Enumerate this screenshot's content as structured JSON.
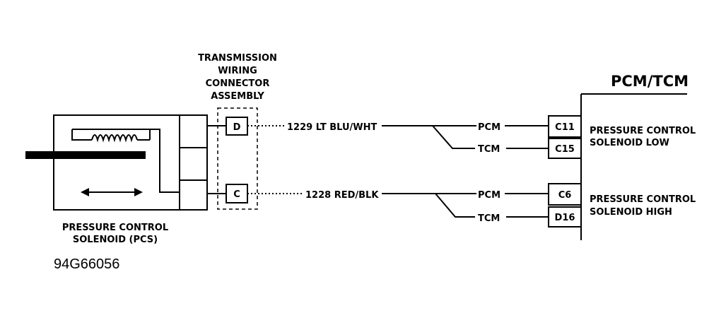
{
  "connector_assembly": {
    "title_lines": [
      "TRANSMISSION",
      "WIRING",
      "CONNECTOR",
      "ASSEMBLY"
    ],
    "pin_d": "D",
    "pin_c": "C"
  },
  "solenoid": {
    "label_lines": [
      "PRESSURE CONTROL",
      "SOLENOID (PCS)"
    ]
  },
  "wires": {
    "top": "1229 LT BLU/WHT",
    "bottom": "1228 RED/BLK"
  },
  "branches": {
    "top_pcm": "PCM",
    "top_tcm": "TCM",
    "bottom_pcm": "PCM",
    "bottom_tcm": "TCM"
  },
  "module": {
    "title": "PCM/TCM",
    "pins": [
      "C11",
      "C15",
      "C6",
      "D16"
    ],
    "low_label_lines": [
      "PRESSURE CONTROL",
      "SOLENOID LOW"
    ],
    "high_label_lines": [
      "PRESSURE CONTROL",
      "SOLENOID HIGH"
    ]
  },
  "figure_id": "94G66056"
}
